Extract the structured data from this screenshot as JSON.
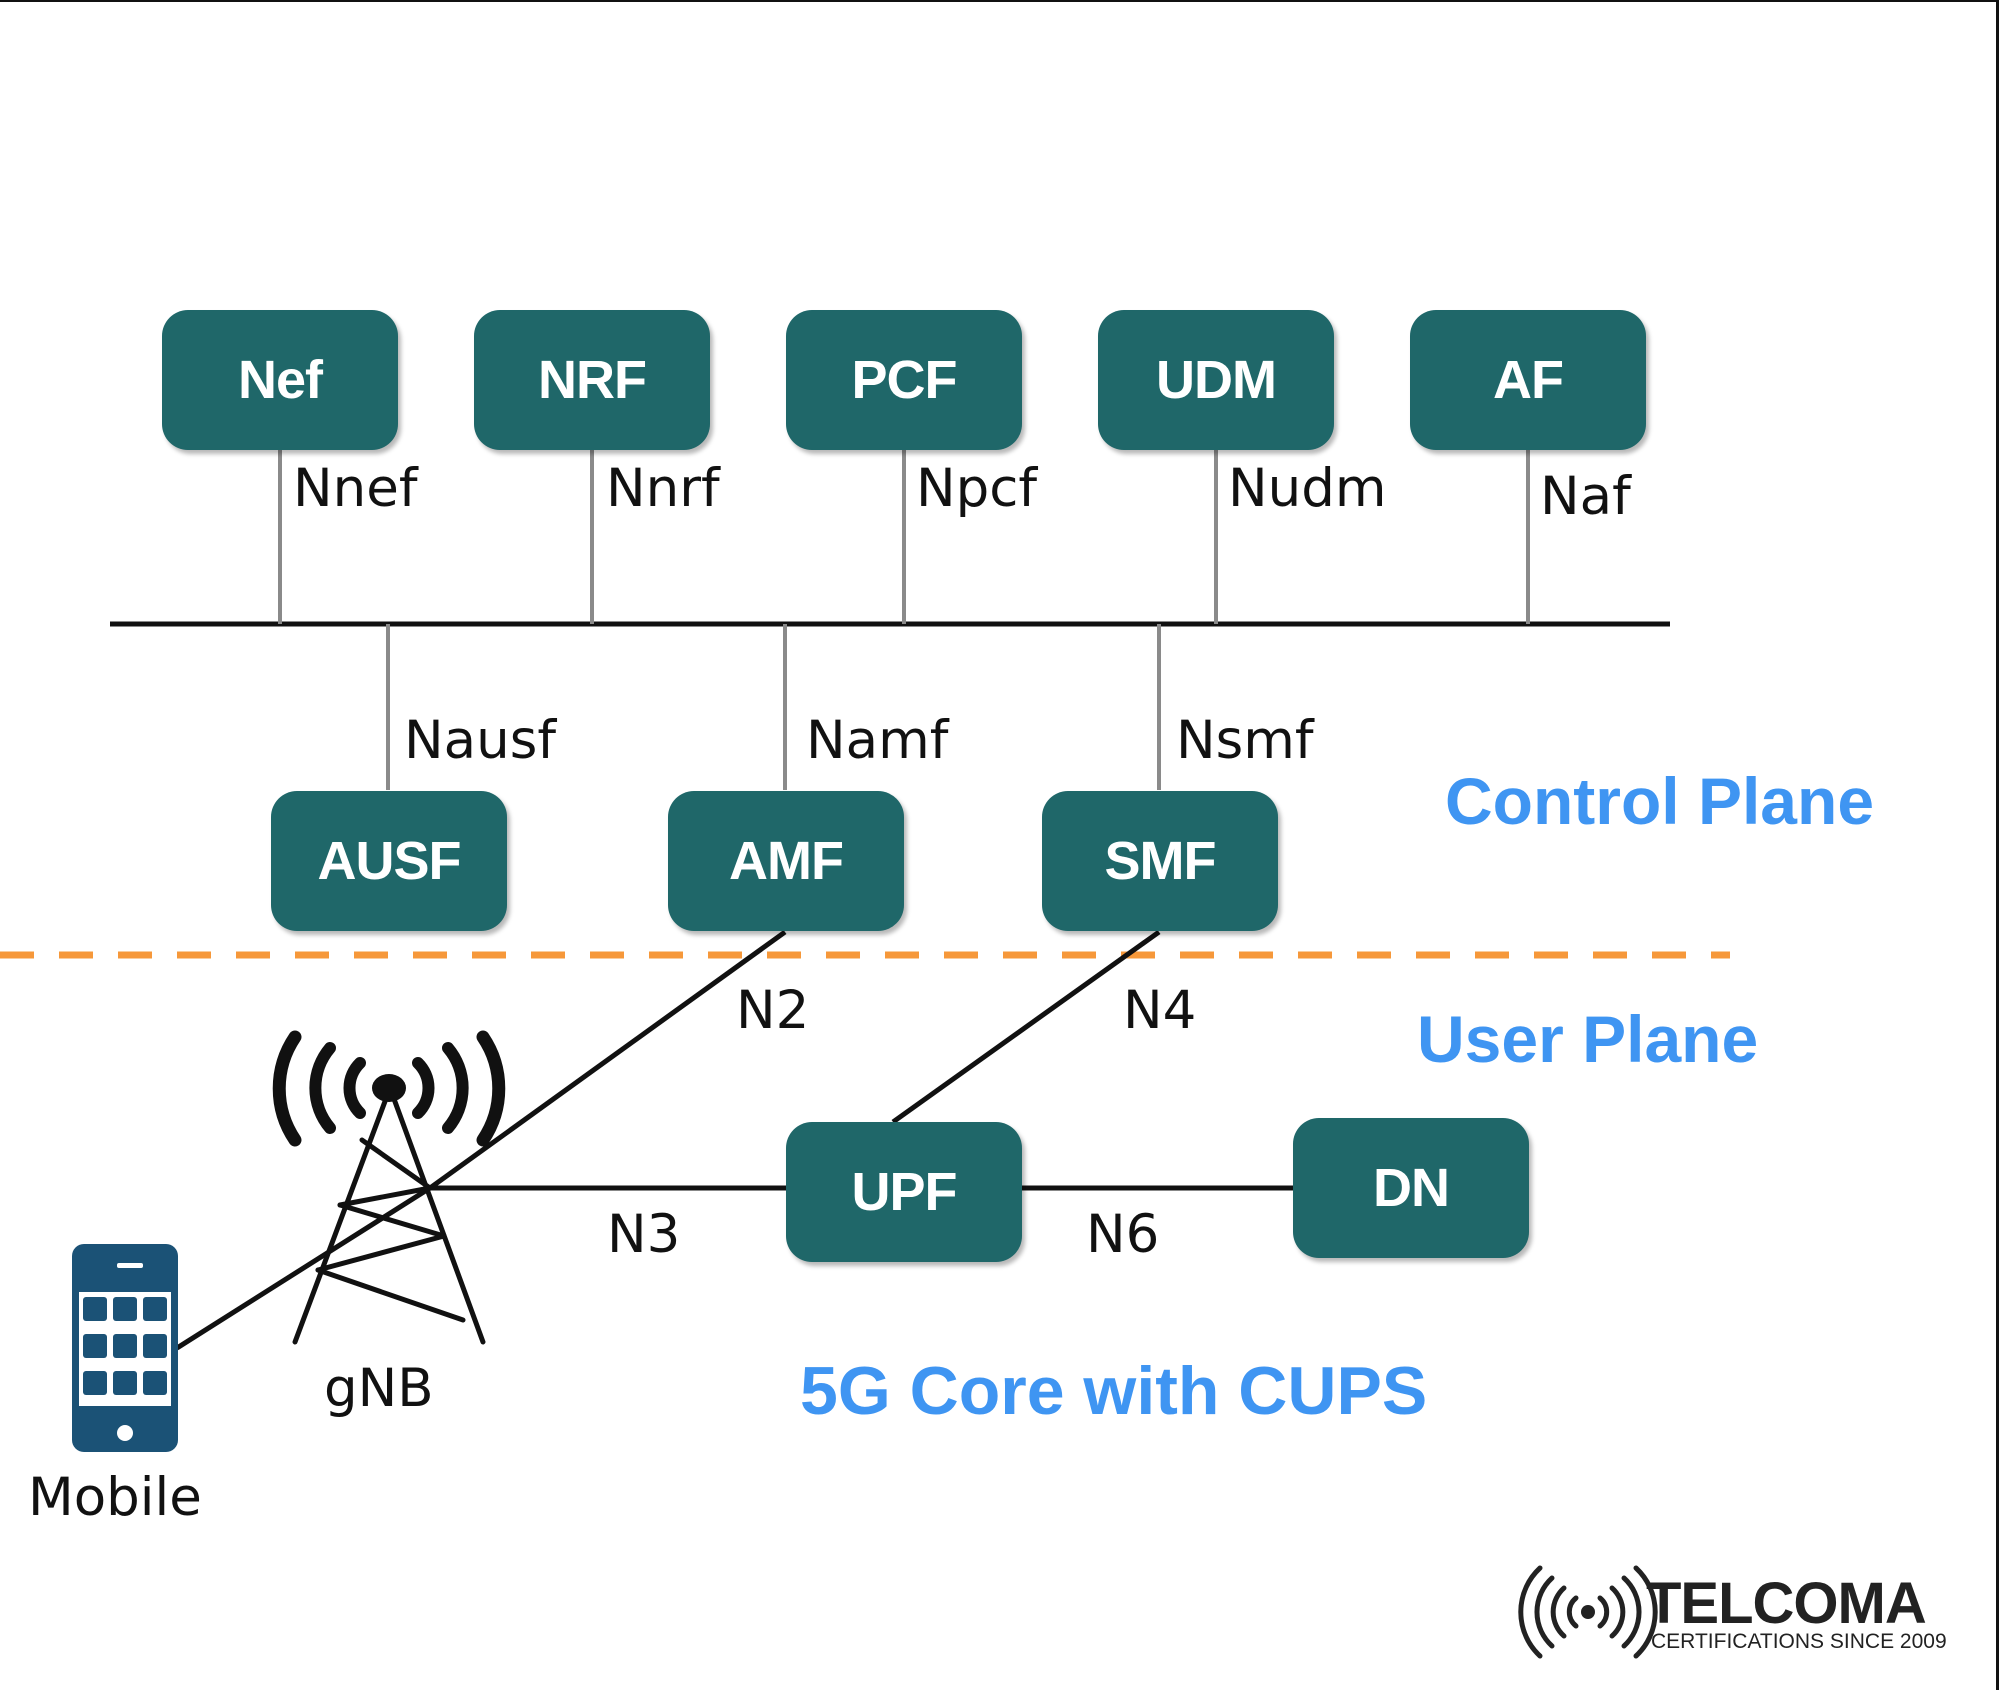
{
  "functions_top": [
    "Nef",
    "NRF",
    "PCF",
    "UDM",
    "AF"
  ],
  "interfaces_top": [
    "Nnef",
    "Nnrf",
    "Npcf",
    "Nudm",
    "Naf"
  ],
  "functions_mid": [
    "AUSF",
    "AMF",
    "SMF"
  ],
  "interfaces_mid": [
    "Nausf",
    "Namf",
    "Nsmf"
  ],
  "user_plane_nodes": {
    "upf": "UPF",
    "dn": "DN"
  },
  "links": {
    "n2": "N2",
    "n3": "N3",
    "n4": "N4",
    "n6": "N6"
  },
  "devices": {
    "gnb": "gNB",
    "mobile": "Mobile"
  },
  "planes": {
    "control": "Control Plane",
    "user": "User Plane"
  },
  "caption": "5G Core with CUPS",
  "logo": {
    "name": "TELCOMA",
    "tagline": "CERTIFICATIONS SINCE 2009"
  },
  "colors": {
    "node_fill": "#1f6769",
    "accent_blue": "#3f95f2",
    "divider_orange": "#f6983a",
    "phone_fill": "#1b5276"
  }
}
